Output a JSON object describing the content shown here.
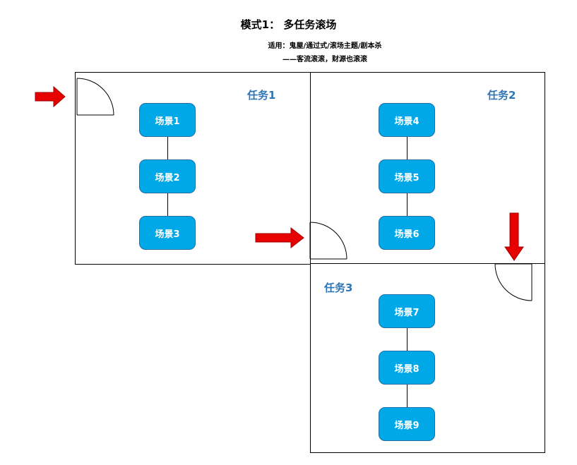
{
  "title": "模式1： 多任务滚场",
  "subtitle_line1": "适用：鬼屋/通过式/滚场主题/剧本杀",
  "subtitle_line2": "——客流滚滚，财源也滚滚",
  "tasks": [
    "任务1",
    "任务2",
    "任务3"
  ],
  "scenes": [
    "场景1",
    "场景2",
    "场景3",
    "场景4",
    "场景5",
    "场景6",
    "场景7",
    "场景8",
    "场景9"
  ],
  "colors": {
    "node_fill": "#00A8E8",
    "task_text": "#2E75B6",
    "arrow": "#E60000"
  },
  "icons": [
    "entry-arrow-icon",
    "door-icon"
  ]
}
